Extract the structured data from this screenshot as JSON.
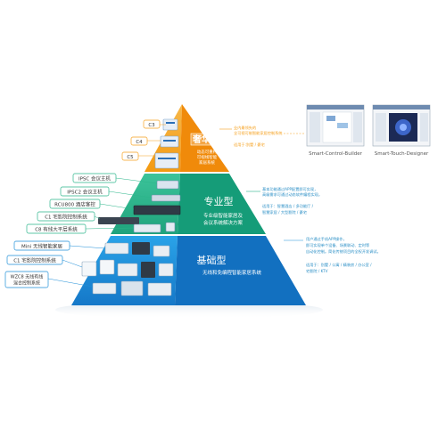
{
  "tiers": {
    "luxury": {
      "title": "奢华型",
      "desc": [
        "动态可重构",
        "可视线智能",
        "家居系统"
      ],
      "color": "#f5a01e"
    },
    "professional": {
      "title": "专业型",
      "desc": [
        "专业级智能家居及",
        "会议系统解决方案"
      ],
      "color": "#2bb58a"
    },
    "basic": {
      "title": "基础型",
      "desc": [
        "无线和免编程智能家居系统"
      ],
      "color": "#1e8fd8"
    }
  },
  "left_labels": {
    "luxury": [
      "C3",
      "C4",
      "C5"
    ],
    "professional": [
      "IPSC 会议主机",
      "IPSC2 会议主机",
      "RCU800 酒店客控",
      "C1 宅影院控制系统",
      "C8 有线大平层系统"
    ],
    "basic": [
      "Mini 无线智能家居",
      "C1 宅影院控制系统",
      "WZC8 无线有线\n混合控制系统"
    ]
  },
  "right_notes": {
    "luxury": [
      "业内最领先的",
      "全可视可制智能家居控制系统",
      "适用于:别墅 / 豪宅"
    ],
    "professional": [
      "基本功能通过APP配置即可实现，",
      "高级需求可通过动态软件编程实现。",
      "适用于：智慧酒店 / 多功能厅 /",
      "智慧家居 / 大型影院 / 豪宅"
    ],
    "basic": [
      "用户通过手机APP操作，",
      "即可实现单个设备、场景联动、定时等",
      "自动化控制。简化传统项目的全权开发调试。",
      "适用于：别墅 / 公寓 / 精装房 / 办公室 /",
      "宅影院 / KTV"
    ]
  },
  "screenshots": [
    "Smart-Control-Builder",
    "Smart-Touch-Designer"
  ],
  "accent": "#f5a01e",
  "label_border": "#3a7fc1"
}
